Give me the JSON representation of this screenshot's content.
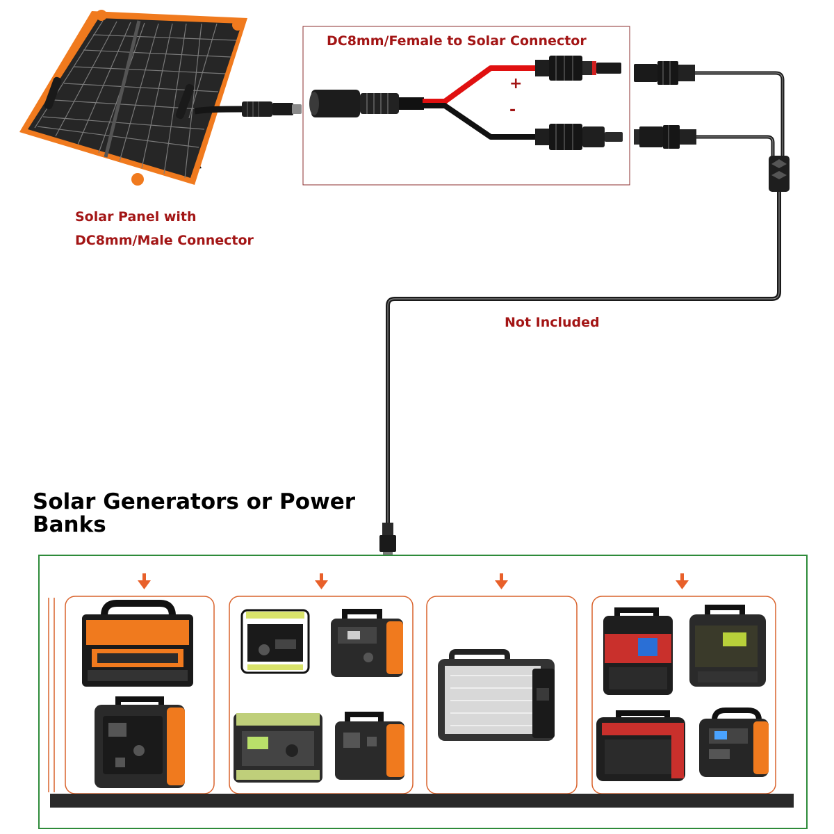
{
  "panel": {
    "label_line1": "Solar Panel with",
    "label_line2": "DC8mm/Male Connector"
  },
  "adapter": {
    "title": "DC8mm/Female to Solar Connector",
    "positive_sign": "+",
    "negative_sign": "-"
  },
  "extension": {
    "note": "Not Included"
  },
  "devices_section": {
    "heading": "Solar Generators or Power Banks"
  },
  "colors": {
    "label_red": "#a31515",
    "positive_wire": "#e01010",
    "negative_wire": "#111111",
    "panel_accent": "#f07a1e",
    "frame_green": "#2e8b3a",
    "group_border": "#d9622b"
  },
  "icons": [
    "solar-panel-icon",
    "dc8mm-male-plug-icon",
    "dc8mm-female-socket-icon",
    "mc4-connector-icon",
    "down-arrow-icon",
    "power-station-icon"
  ]
}
